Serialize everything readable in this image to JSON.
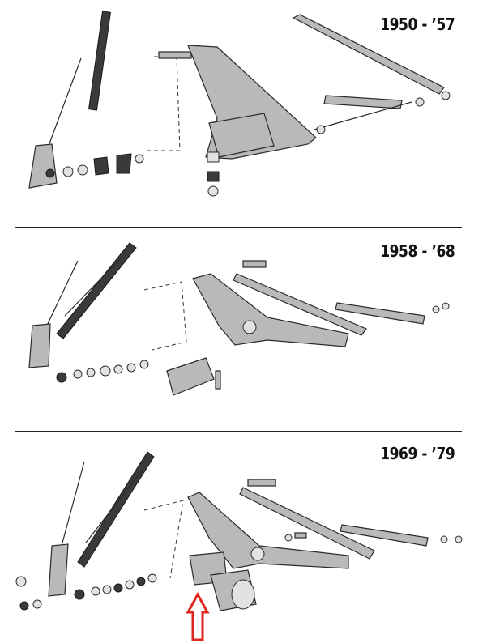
{
  "sections": [
    {
      "year_label": "1950 - ’57"
    },
    {
      "year_label": "1958 - ’68"
    },
    {
      "year_label": "1969 - ’79"
    }
  ],
  "highlight": {
    "color": "#e0271f",
    "icon": "up-arrow-icon"
  }
}
